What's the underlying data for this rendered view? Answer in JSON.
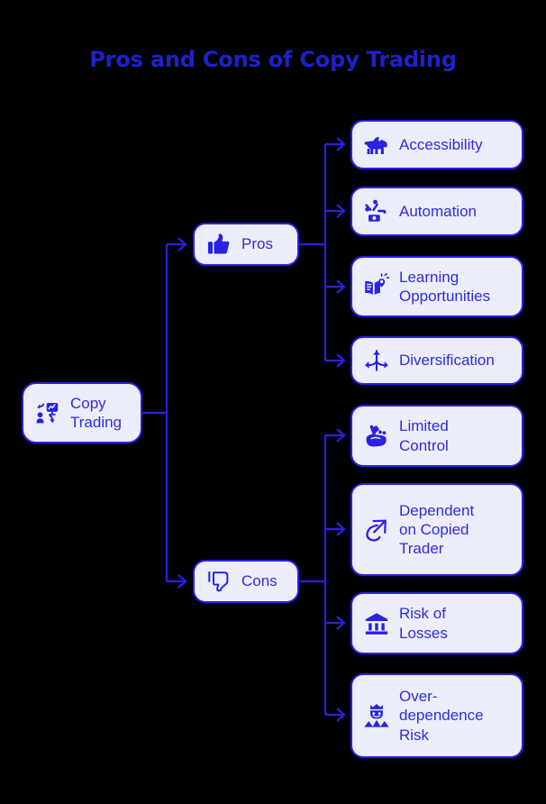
{
  "title": "Pros and Cons of Copy Trading",
  "theme": {
    "background": "#000000",
    "title_color": "#1d22c8",
    "node_fill": "#eceefb",
    "node_border": "#2a21e3",
    "node_text": "#2f2be0",
    "connector_color": "#2a21e3"
  },
  "root": {
    "label": "Copy\nTrading",
    "icon": "copy-trading-icon"
  },
  "branches": [
    {
      "id": "pros",
      "label": "Pros",
      "icon": "thumbs-up-icon",
      "children": [
        {
          "label": "Accessibility",
          "icon": "guide-dog-icon"
        },
        {
          "label": "Automation",
          "icon": "robot-arm-icon"
        },
        {
          "label": "Learning\nOpportunities",
          "icon": "open-book-idea-icon"
        },
        {
          "label": "Diversification",
          "icon": "branching-arrows-icon"
        }
      ]
    },
    {
      "id": "cons",
      "label": "Cons",
      "icon": "thumbs-down-icon",
      "children": [
        {
          "label": "Limited\nControl",
          "icon": "crossed-fingers-icon"
        },
        {
          "label": "Dependent\non Copied\nTrader",
          "icon": "curved-arrow-up-icon"
        },
        {
          "label": "Risk of\nLosses",
          "icon": "bank-icon"
        },
        {
          "label": "Over-\ndependence\nRisk",
          "icon": "crowned-person-icon"
        }
      ]
    }
  ]
}
